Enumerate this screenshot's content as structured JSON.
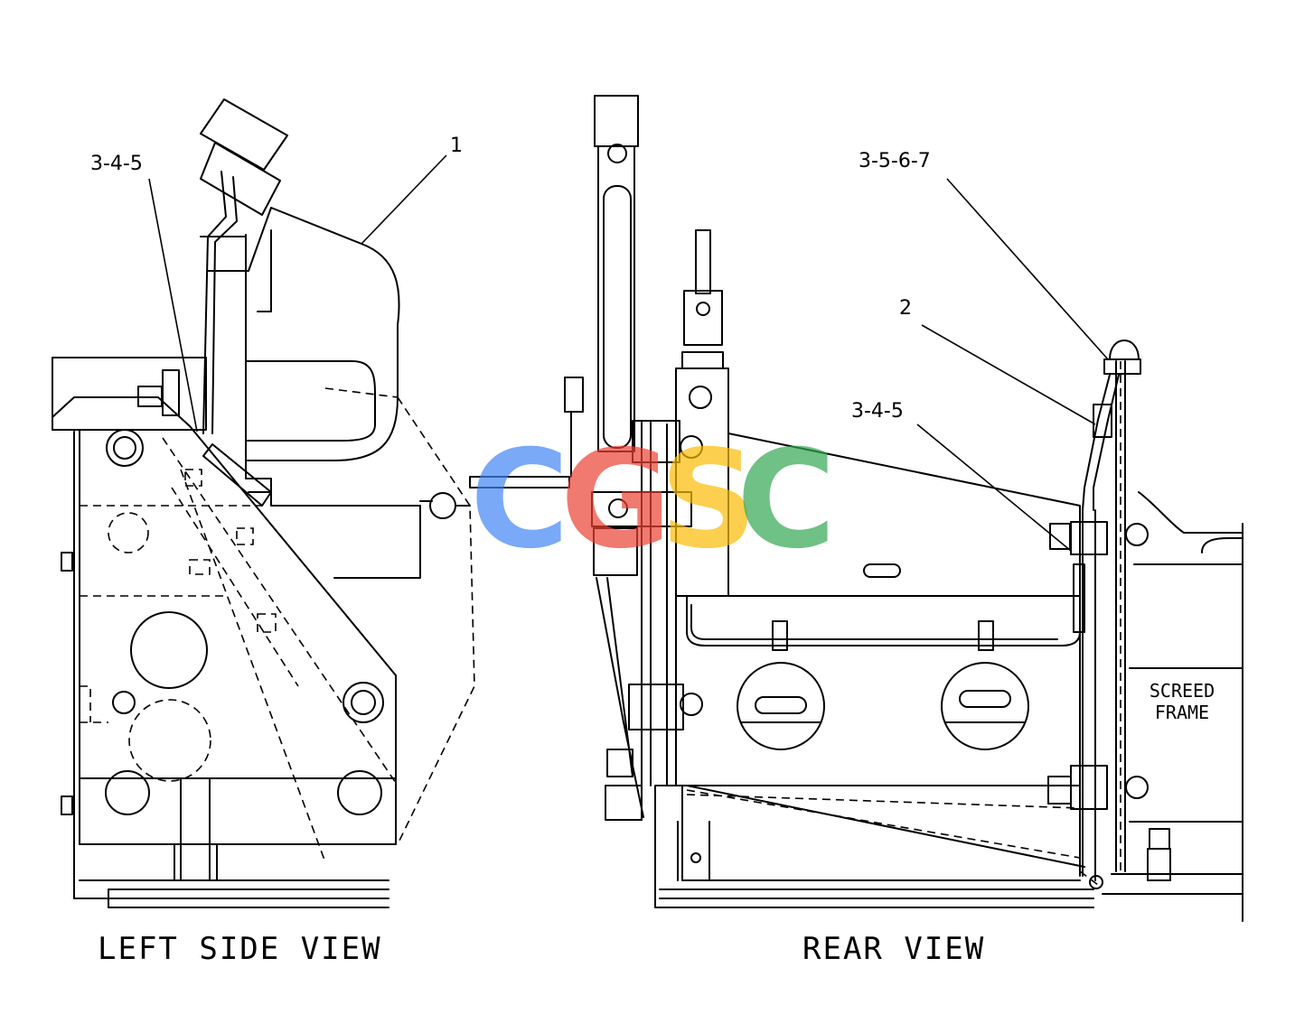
{
  "views": {
    "left_title": "LEFT  SIDE  VIEW",
    "rear_title": "REAR  VIEW"
  },
  "callouts": {
    "left_item_1": "1",
    "left_group": "3-4-5",
    "rear_item_2": "2",
    "rear_group_top": "3-5-6-7",
    "rear_group_mid": "3-4-5"
  },
  "labels": {
    "screed_line1": "SCREED",
    "screed_line2": "FRAME"
  },
  "watermark": {
    "letters": [
      "C",
      "G",
      "S",
      "C"
    ],
    "colors": [
      "#4285F4",
      "#EA4335",
      "#FBBC05",
      "#34A853"
    ]
  }
}
